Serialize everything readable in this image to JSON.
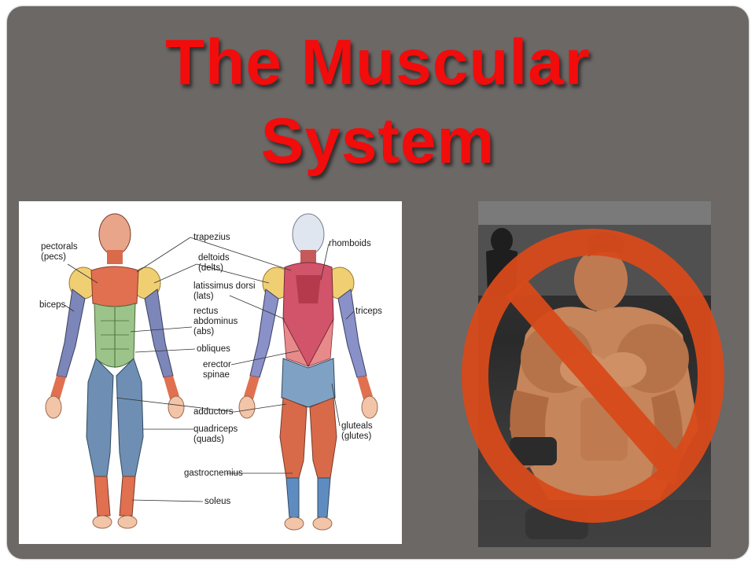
{
  "slide": {
    "title_line1": "The Muscular",
    "title_line2": "System"
  },
  "colors": {
    "slide_background": "#6b6866",
    "title_red": "#f20c0c",
    "no_sign_orange": "#d84a1a"
  },
  "anatomy_diagram": {
    "labels": {
      "pectorals": "pectorals\n(pecs)",
      "biceps": "biceps",
      "trapezius": "trapezius",
      "deltoids": "deltoids\n(delts)",
      "latissimus": "latissimus dorsi\n(lats)",
      "rectus": "rectus\nabdominus\n(abs)",
      "obliques": "obliques",
      "erector": "erector\nspinae",
      "adductors": "adductors",
      "quadriceps": "quadriceps\n(quads)",
      "gastrocnemius": "gastrocnemius",
      "soleus": "soleus",
      "rhomboids": "rhomboids",
      "triceps": "triceps",
      "gluteals": "gluteals\n(glutes)"
    }
  },
  "photo": {
    "icon": "no-symbol-icon"
  }
}
